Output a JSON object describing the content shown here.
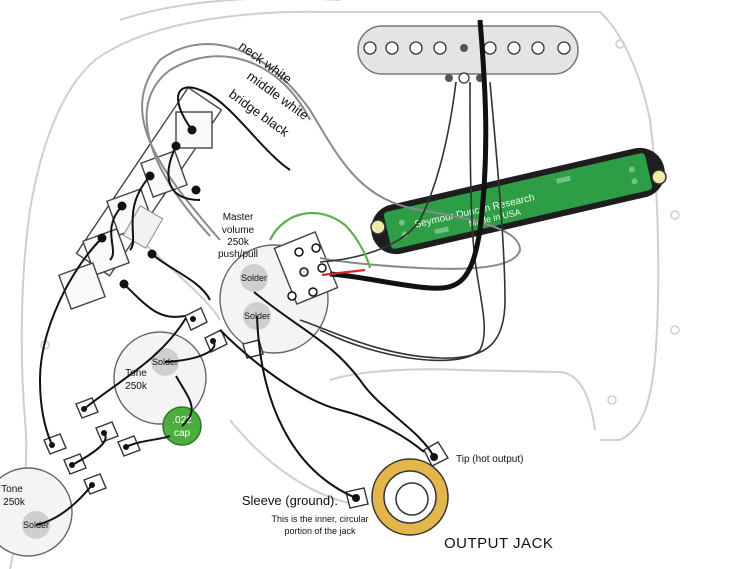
{
  "wires": {
    "neck_white": "neck white",
    "middle_white": "middle white",
    "bridge_black": "bridge black"
  },
  "pickup_board": {
    "brand": "Seymour Duncan  Research",
    "made_in": "Made in USA"
  },
  "master_pot": {
    "line1": "Master",
    "line2": "volume",
    "line3": "250k",
    "line4": "push/pull",
    "solder_top": "Solder",
    "solder_bottom": "Solder"
  },
  "tone_pot_1": {
    "line1": "Tone",
    "line2": "250k",
    "solder": "Solder"
  },
  "tone_pot_2": {
    "line1": "Tone",
    "line2": "250k",
    "solder": "Solder"
  },
  "cap": {
    "line1": ".022",
    "line2": "cap"
  },
  "jack": {
    "tip_label": "Tip (hot output)",
    "sleeve_title": "Sleeve (ground).",
    "sleeve_line2": "This is the inner, circular",
    "sleeve_line3": "portion of the jack",
    "title": "OUTPUT JACK"
  },
  "colors": {
    "pickguard_outline": "#cfcfcf",
    "board_green": "#2e9e46",
    "cap_green": "#4cae3f",
    "jack_ring": "#e3b54a",
    "pot_body": "#f4f4f4",
    "solder_dot": "#cfcfcf",
    "hot_wire_red": "#d62828",
    "ground_wire_green": "#5bb24a"
  }
}
